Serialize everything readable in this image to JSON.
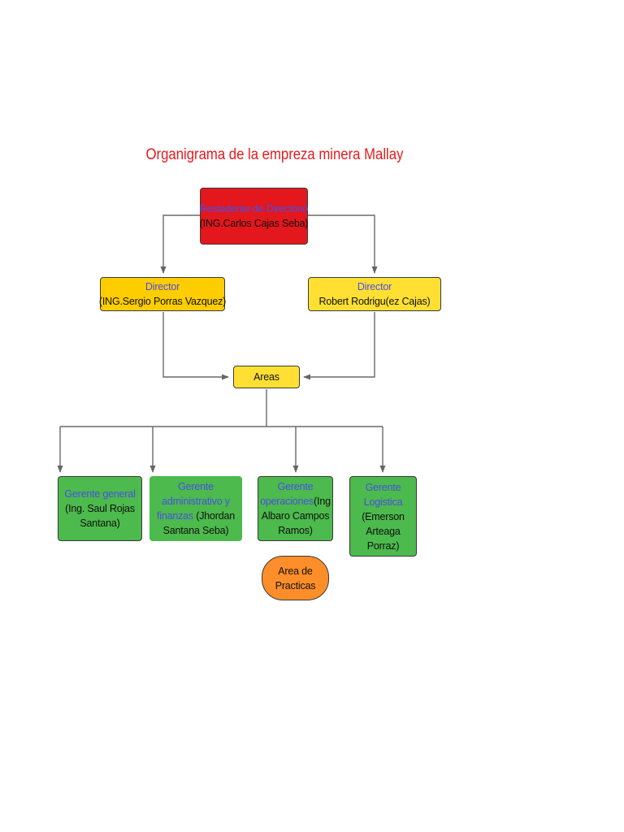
{
  "title": "Organigrama de la empreza minera Mallay",
  "nodes": {
    "president": {
      "role": "Restadente de Directorio",
      "name": "(ING.Carlos Cajas Seba)"
    },
    "director_left": {
      "role": "Director",
      "name": "(ING.Sergio Porras Vazquez)"
    },
    "director_right": {
      "role": "Director",
      "name": "Robert Rodrigu(ez Cajas)"
    },
    "areas": {
      "label": "Areas"
    },
    "gerente_general": {
      "role": "Gerente general",
      "name_1": "(Ing. Saul Rojas",
      "name_2": "Santana)"
    },
    "gerente_admin": {
      "role_1": "Gerente",
      "role_2": "administrativo y",
      "role_3": "finanzas",
      "name_1": " (Jhordan",
      "name_2": "Santana Seba)"
    },
    "gerente_operaciones": {
      "role_1": "Gerente",
      "role_2": "operaciones",
      "name_1": "(Ing",
      "name_2": "Albaro Campos",
      "name_3": "Ramos)"
    },
    "gerente_logistica": {
      "role_1": "Gerente",
      "role_2": "Logistica",
      "name_1": "(Emerson",
      "name_2": "Arteaga",
      "name_3": "Porraz)"
    },
    "area_practicas": {
      "label_1": "Area de",
      "label_2": "Practicas"
    }
  },
  "colors": {
    "title": "#e8191b",
    "president": "#e3171c",
    "director_left": "#fecd00",
    "director_right": "#ffe032",
    "areas": "#ffe032",
    "gerentes": "#4cba4c",
    "area_practicas": "#fd8e29",
    "role_text": "#4a4ee8",
    "connector": "#666666"
  }
}
